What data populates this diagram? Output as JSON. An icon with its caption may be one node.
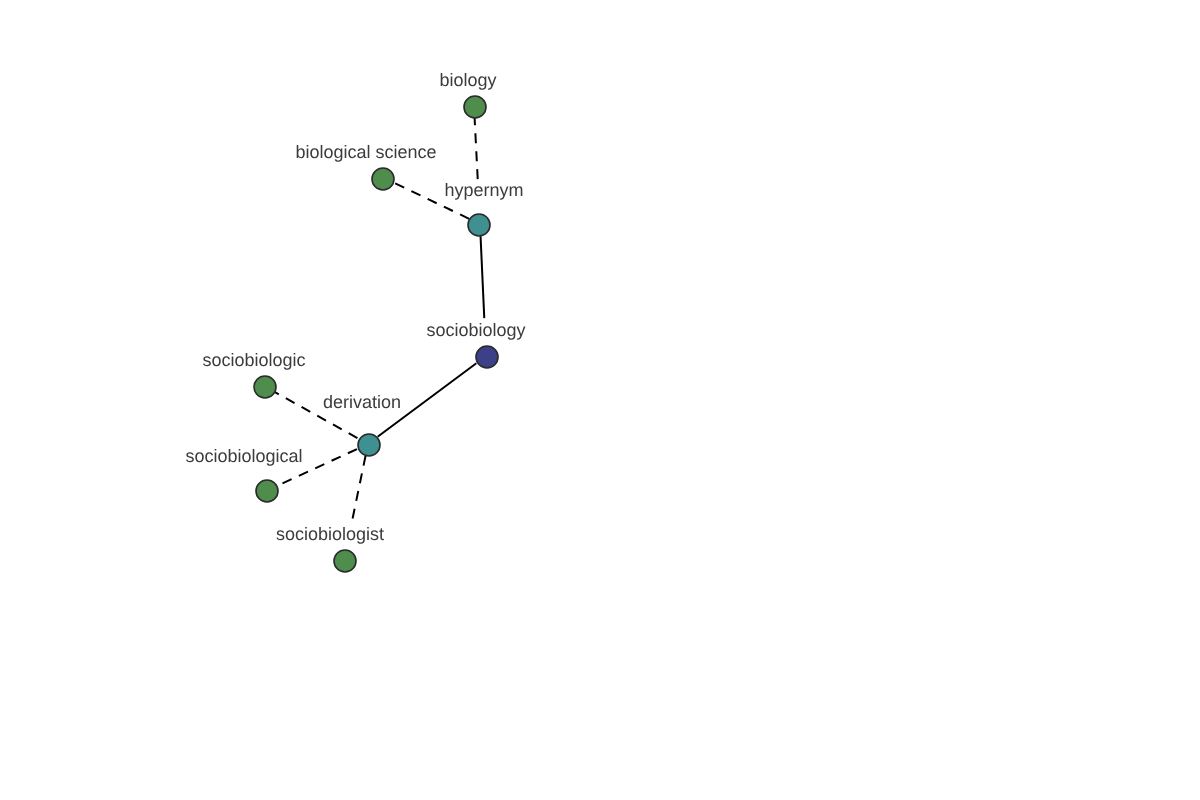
{
  "diagram": {
    "nodes": [
      {
        "text": [
          "biology"
        ]
      },
      {
        "text": [
          "biological science"
        ]
      },
      {
        "text": [
          "hypernym"
        ]
      },
      {
        "text": [
          "sociobiology"
        ]
      },
      {
        "text": [
          "sociobiologic"
        ]
      },
      {
        "text": [
          "derivation"
        ]
      },
      {
        "text": [
          "sociobiological"
        ]
      },
      {
        "text": [
          "sociobiologist"
        ]
      }
    ],
    "edges": [
      {
        "from": 2,
        "to": 0,
        "arrow": "none",
        "style": "dashed"
      },
      {
        "from": 2,
        "to": 1,
        "arrow": "none",
        "style": "dashed"
      },
      {
        "from": 3,
        "to": 2,
        "arrow": "none"
      },
      {
        "from": 3,
        "to": 5,
        "arrow": "none"
      },
      {
        "from": 5,
        "to": 4,
        "arrow": "none",
        "style": "dashed"
      },
      {
        "from": 5,
        "to": 6,
        "arrow": "none",
        "style": "dashed"
      },
      {
        "from": 5,
        "to": 7,
        "arrow": "none",
        "style": "dashed"
      }
    ]
  }
}
